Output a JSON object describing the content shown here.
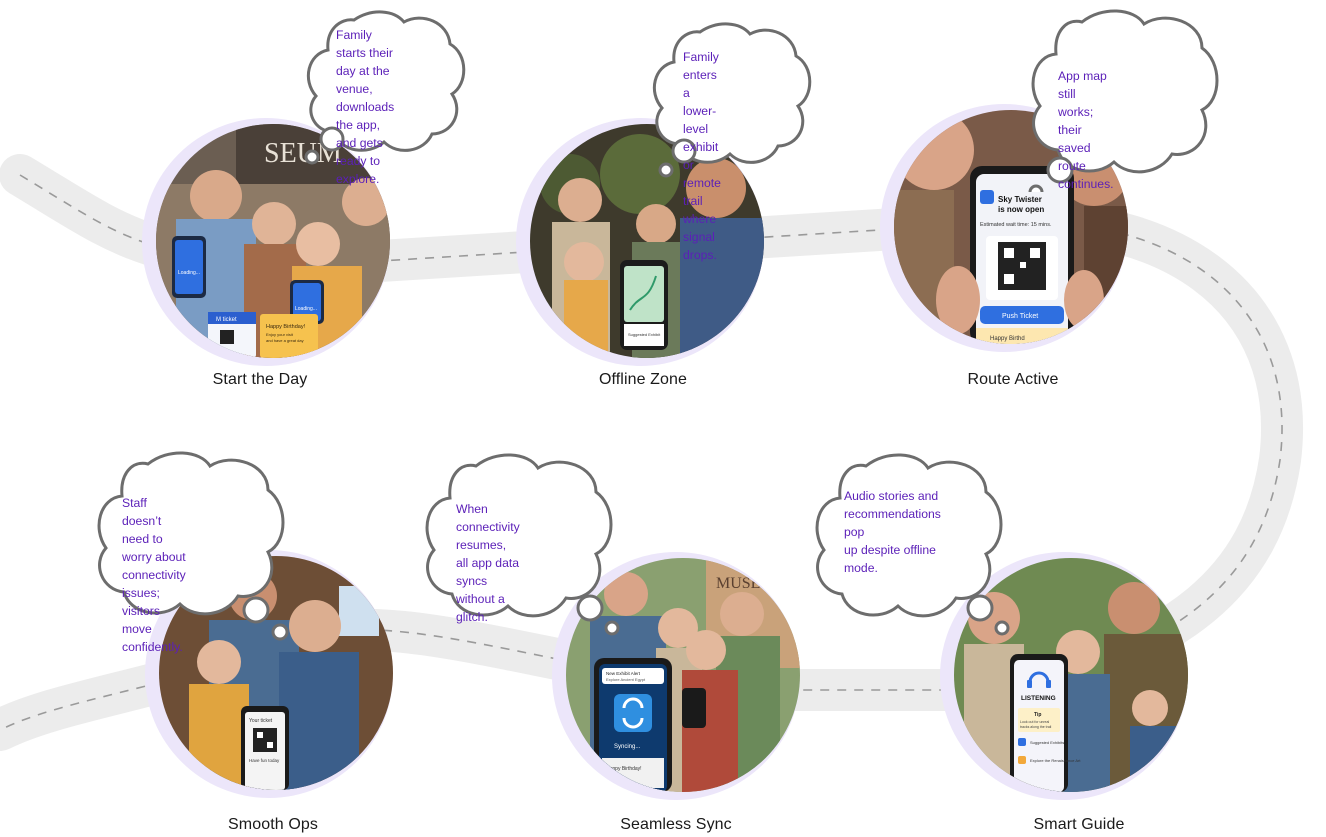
{
  "accent_color": "#5b1fb8",
  "stages": [
    {
      "label": "Start the Day",
      "thought": [
        "Family starts their",
        "day at the venue,",
        "downloads the app,",
        "and gets ready to",
        "explore."
      ],
      "scene_text": {
        "building_sign": "SEUM",
        "phone_left": "Loading...",
        "phone_right": "Loading...",
        "ticket": "M ticket",
        "card": "Happy Birthday!",
        "card_sub": [
          "Enjoy your visit",
          "and have a great day"
        ]
      }
    },
    {
      "label": "Offline Zone",
      "thought": [
        "Family enters a lower-",
        "level exhibit or remote",
        "trail where signal",
        "drops."
      ],
      "scene_text": {
        "phone_caption": "Suggested Exhibit"
      }
    },
    {
      "label": "Route Active",
      "thought": [
        "App map still works; their",
        "saved route continues."
      ],
      "scene_text": {
        "title": "Sky Twister",
        "title_line2": "is now open",
        "wait": "Estimated wait time: 15 mins.",
        "button": "Push Ticket",
        "card": "Happy Birthd"
      }
    },
    {
      "label": "Smooth Ops",
      "thought": [
        "Staff doesn’t need to",
        "worry about",
        "connectivity issues;",
        "visitors move",
        "confidently."
      ],
      "scene_text": {
        "phone_header": "Your ticket",
        "phone_footer": "Have fun today"
      }
    },
    {
      "label": "Seamless Sync",
      "thought": [
        "When connectivity",
        "resumes, all app data",
        "syncs without a glitch."
      ],
      "scene_text": {
        "banner": "New Exhibit Alert",
        "banner_sub": "Explore Ancient Egypt",
        "status": "Syncing...",
        "card": "Happy Birthday!",
        "sign": "MUSEUM"
      }
    },
    {
      "label": "Smart Guide",
      "thought": [
        "Audio stories and",
        "recommendations pop",
        "up despite offline mode."
      ],
      "scene_text": {
        "status": "LISTENING",
        "tip_title": "Tip",
        "tip_text": [
          "Look out for unreal",
          "tracks along the trail"
        ],
        "item1": "Suggested Exhibits",
        "item2": "Explore the Renaissance Art"
      }
    }
  ]
}
